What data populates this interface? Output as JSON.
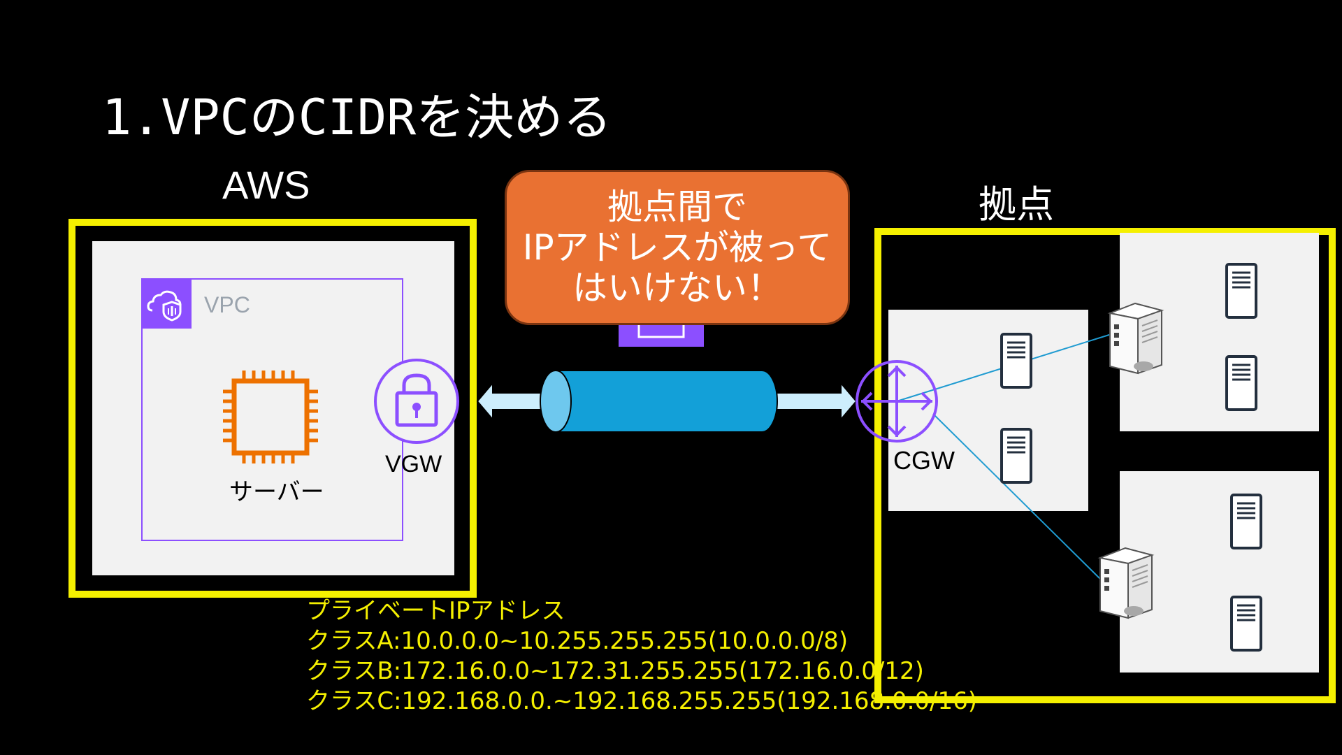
{
  "title": "1.VPCのCIDRを決める",
  "aws": {
    "label": "AWS",
    "vpc_label": "VPC",
    "server_label": "サーバー",
    "vgw_label": "VGW"
  },
  "callout": {
    "lines": [
      "拠点間で",
      "IPアドレスが被って",
      "はいけない！"
    ]
  },
  "site": {
    "label": "拠点",
    "cgw_label": "CGW"
  },
  "ip_info": {
    "heading": "プライベートIPアドレス",
    "class_a": "クラスA:10.0.0.0~10.255.255.255(10.0.0.0/8)",
    "class_b": "クラスB:172.16.0.0~172.31.255.255(172.16.0.0/12)",
    "class_c": "クラスC:192.168.0.0.~192.168.255.255(192.168.0.0/16)"
  },
  "colors": {
    "background": "#000000",
    "highlight_border": "#f5f000",
    "vpc_purple": "#8c4fff",
    "chip_orange": "#ed7100",
    "callout_orange": "#e97132",
    "tunnel_blue": "#13a0d8",
    "arrow_light_blue": "#cdeefd",
    "link_blue": "#1f9bd1"
  },
  "icons": [
    "cloud-shield-icon",
    "chip-icon",
    "lock-icon",
    "router-cross-icon",
    "server-icon",
    "tower-server-icon",
    "tunnel-icon"
  ]
}
